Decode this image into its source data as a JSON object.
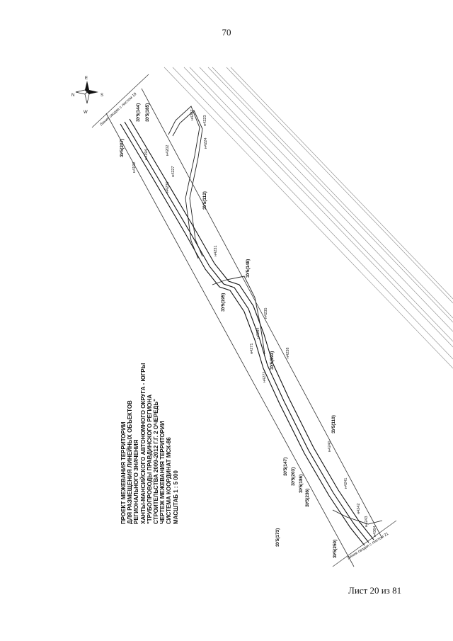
{
  "page_number": "70",
  "sheet_label": "Лист 20 из 81",
  "title_block": [
    "ПРОЕКТ МЕЖЕВАНИЯ ТЕРРИТОРИИ",
    "ДЛЯ РАЗМЕЩЕНИЯ ЛИНЕЙНЫХ ОБЪЕКТОВ",
    "РЕГИОНАЛЬНОГО ЗНАЧЕНИЯ",
    "ХАНТЫ-МАНСИЙСКОГО АВТОНОМНОГО ОКРУГА - ЮГРЫ",
    "\"ТРУБОПРОВОДЫ ПРАВДИНСКОГО РЕГИОНА",
    "СТРОИТЕЛЬСТВА 2009-2012 Г.Г. 2 ОЧЕРЕДЬ\"",
    "ЧЕРТЕЖ МЕЖЕВАНИЯ ТЕРРИТОРИИ",
    "СИСТЕМА КООРДИНАТ МСК-86",
    "МАСШТАБ 1 : 5 000"
  ],
  "compass": {
    "n": "N",
    "e": "E",
    "s": "S",
    "w": "W"
  },
  "match_lines": {
    "top": "Линия сводки с листом 19",
    "bottom": "Линия сводки с листом 21"
  },
  "parcels": [
    "ЗУ5(207)",
    "ЗУ5(144)",
    "ЗУ5(185)",
    "ЗУ5(112)",
    "ЗУ5(148)",
    "ЗУ5(195)",
    "ЗУ5(193)",
    "ЗУ5(110)",
    "ЗУ5(147)",
    "ЗУ5(203)",
    "ЗУ5(186)",
    "ЗУ5(236)",
    "ЗУ5(173)",
    "ЗУ5(250)"
  ],
  "points": [
    "н4192",
    "н4194",
    "н4202",
    "н4207",
    "н4223",
    "н4224",
    "н4227",
    "н4230",
    "н4231",
    "н4235",
    "н4238",
    "н4240",
    "н4241",
    "н4242",
    "н4243",
    "н4271",
    "н4272",
    "н4284",
    "н4364"
  ]
}
